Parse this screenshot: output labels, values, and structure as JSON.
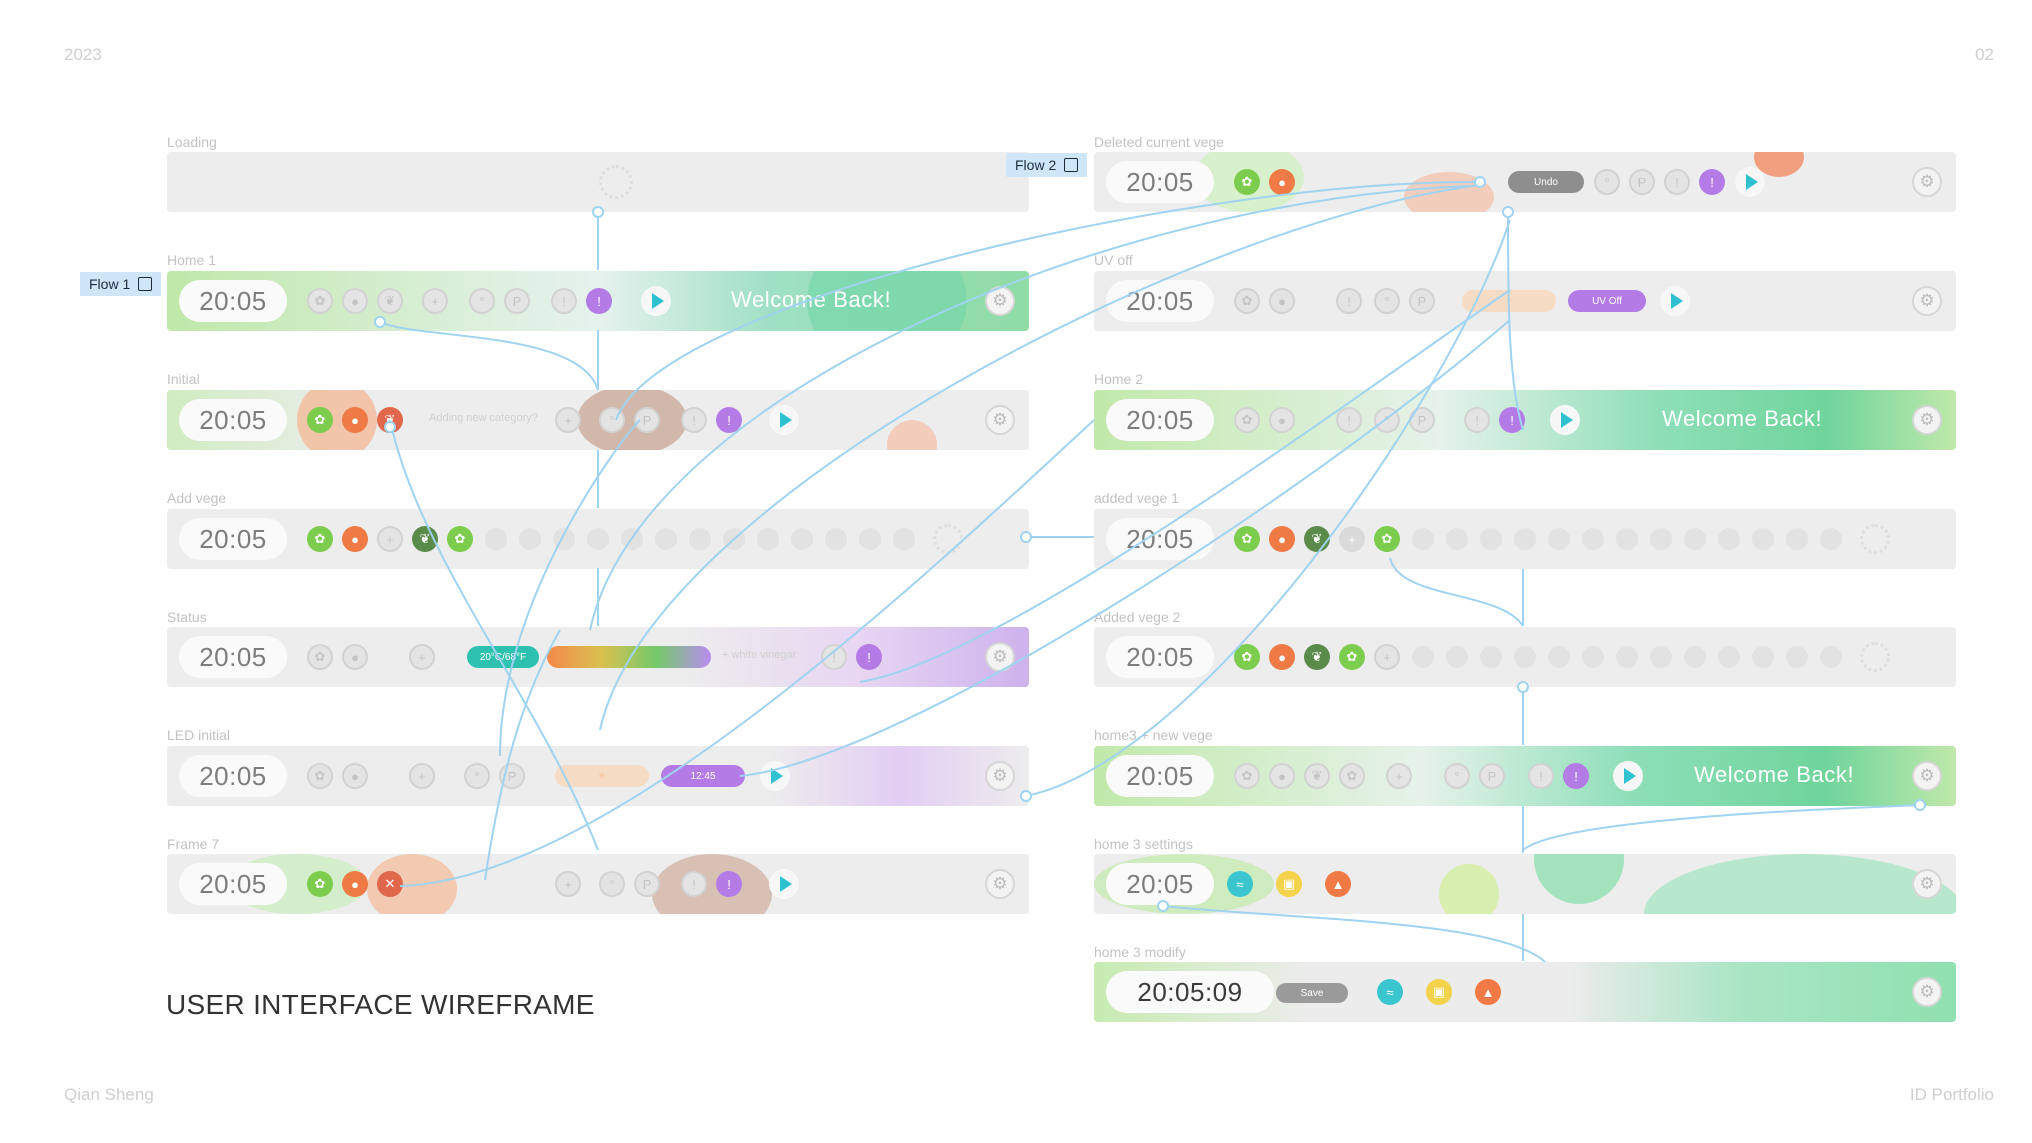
{
  "header": {
    "year": "2023",
    "page": "02"
  },
  "footer": {
    "author": "Qian Sheng",
    "section": "ID Portfolio"
  },
  "title": "USER INTERFACE WIREFRAME",
  "flows": {
    "flow1": "Flow 1",
    "flow2": "Flow 2"
  },
  "colors": {
    "connector": "#9fd3f0",
    "play": "#2fc1cf",
    "green": "#7ccd4e",
    "orange": "#ef7a45",
    "purple": "#b47be6"
  },
  "frames": {
    "loading": {
      "label": "Loading"
    },
    "home1": {
      "label": "Home 1",
      "time": "20:05",
      "welcome": "Welcome Back!"
    },
    "initial": {
      "label": "Initial",
      "time": "20:05",
      "hint": "Adding new category?"
    },
    "addvege": {
      "label": "Add vege",
      "time": "20:05"
    },
    "status": {
      "label": "Status",
      "time": "20:05",
      "temp": "20°C/68°F",
      "hint": "+ white vinegar"
    },
    "ledinitial": {
      "label": "LED initial",
      "time": "20:05",
      "led_time": "12:45"
    },
    "frame7": {
      "label": "Frame 7",
      "time": "20:05"
    },
    "deleted": {
      "label": "Deleted current vege",
      "time": "20:05",
      "undo": "Undo"
    },
    "uvoff": {
      "label": "UV off",
      "time": "20:05",
      "uv": "UV Off"
    },
    "home2": {
      "label": "Home 2",
      "time": "20:05",
      "welcome": "Welcome Back!"
    },
    "added1": {
      "label": "added vege 1",
      "time": "20:05"
    },
    "added2": {
      "label": "Added vege 2",
      "time": "20:05"
    },
    "home3": {
      "label": "home3 + new vege",
      "time": "20:05",
      "welcome": "Welcome Back!"
    },
    "home3settings": {
      "label": "home 3 settings",
      "time": "20:05"
    },
    "home3modify": {
      "label": "home 3 modify",
      "time": "20:05:09",
      "save": "Save"
    }
  }
}
